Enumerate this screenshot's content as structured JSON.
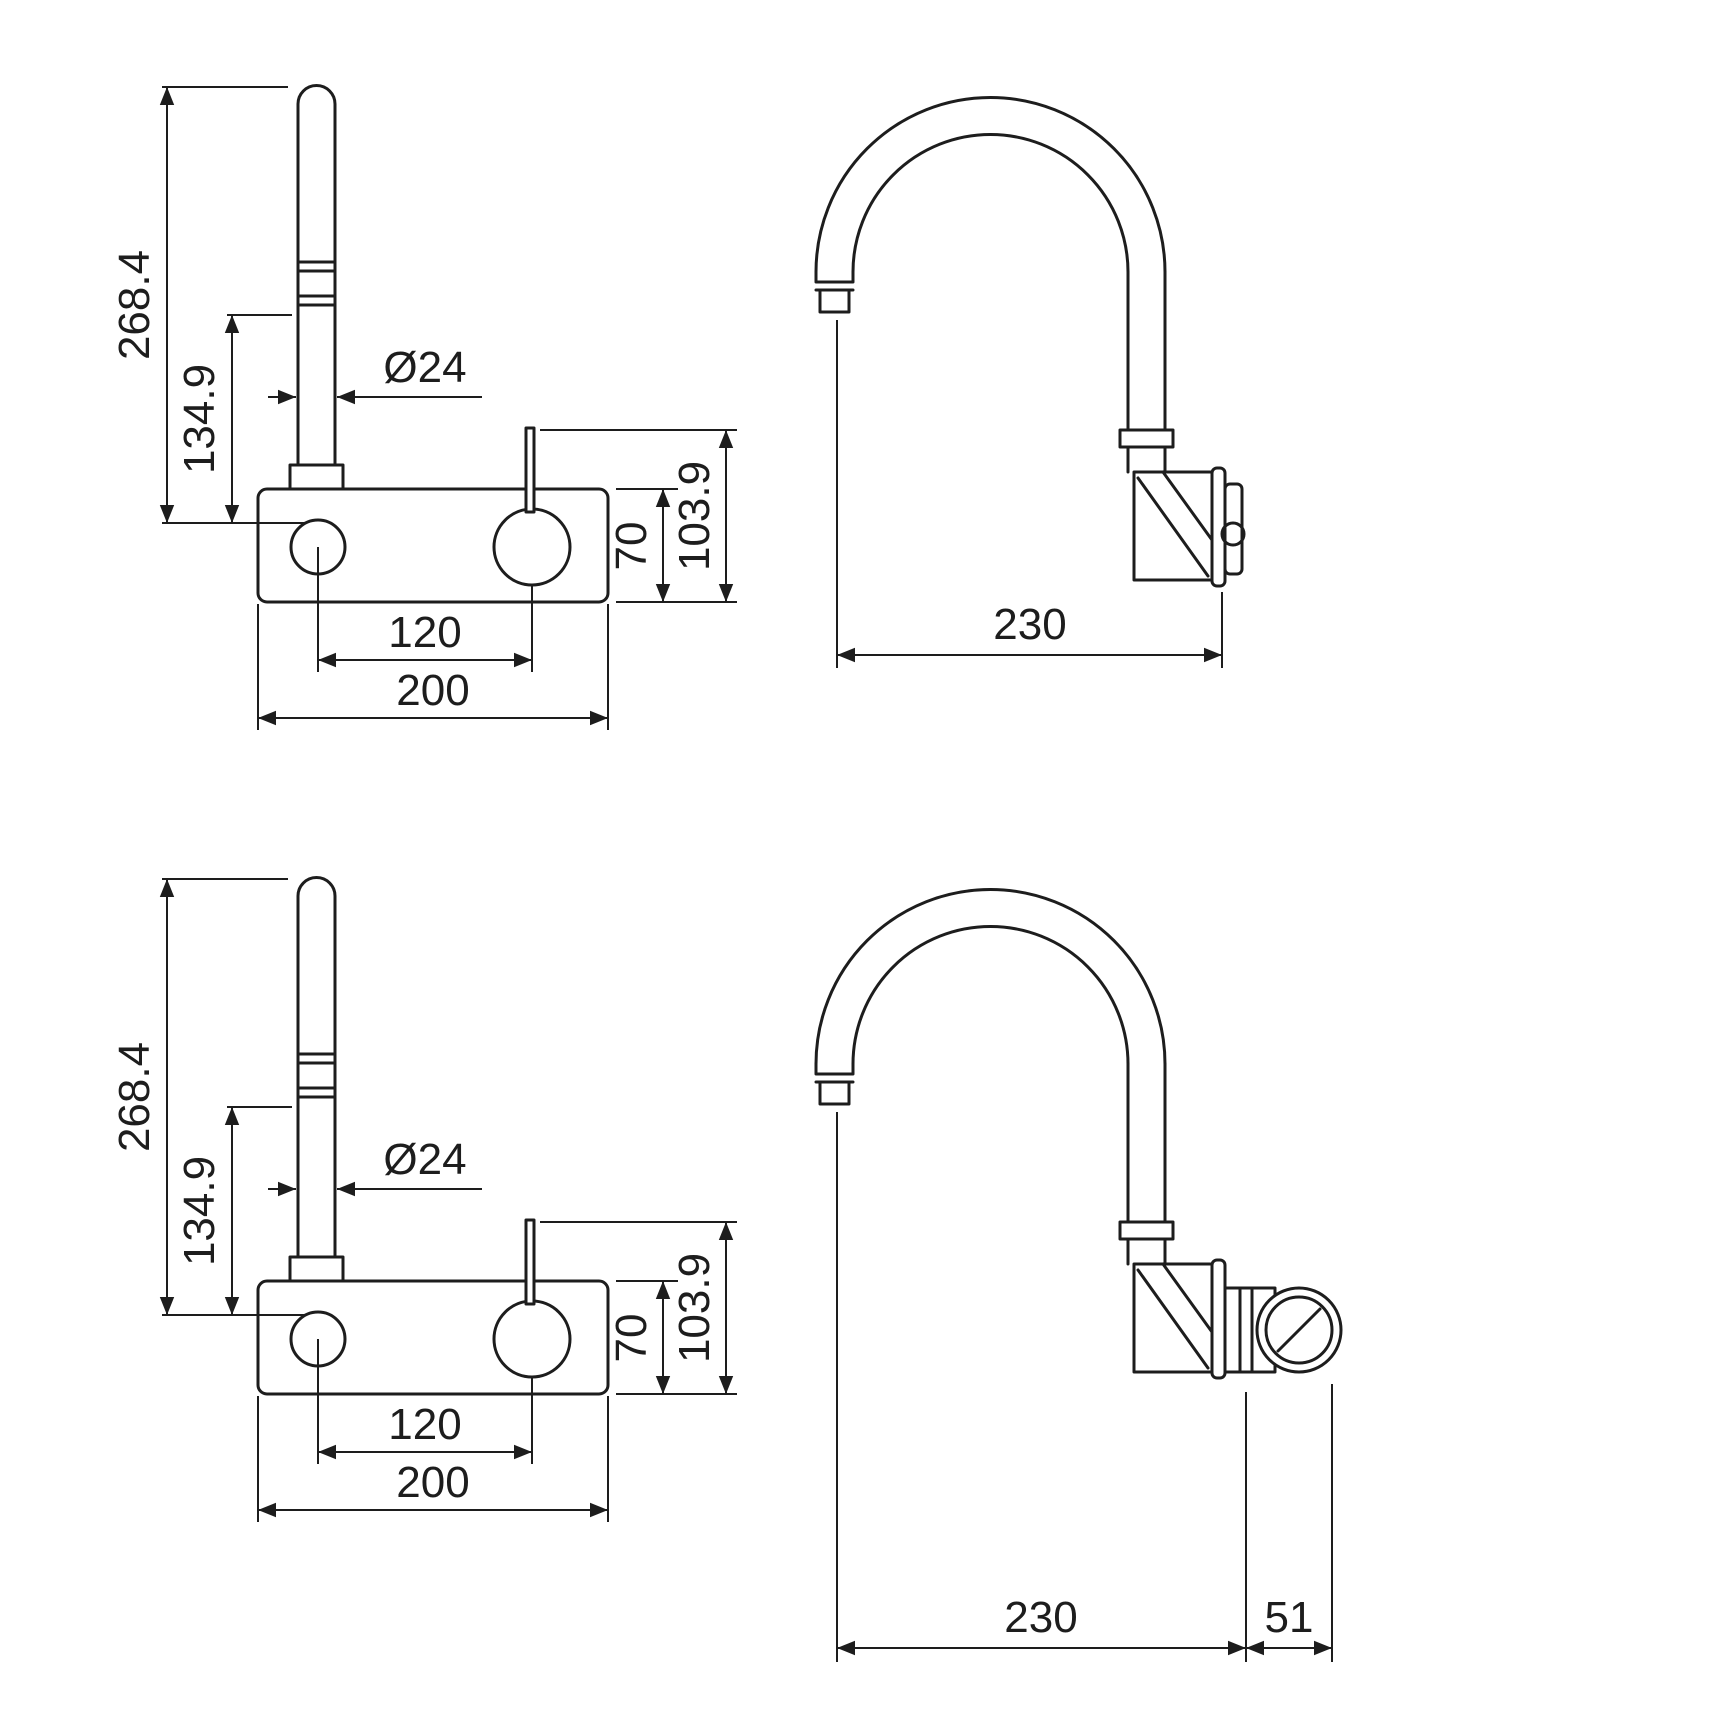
{
  "drawing": {
    "title": "wall-mounted-gooseneck-mixer-dimension-drawing",
    "line_color": "#1d1d1d",
    "views": {
      "front_top": {
        "dims": {
          "total_height": "268.4",
          "upper_spout_height": "134.9",
          "spout_diameter": "Ø24",
          "plate_height": "70",
          "body_height": "103.9",
          "handle_spacing": "120",
          "plate_width": "200"
        }
      },
      "side_top": {
        "dims": {
          "spout_reach": "230"
        }
      },
      "front_bottom": {
        "dims": {
          "total_height": "268.4",
          "upper_spout_height": "134.9",
          "spout_diameter": "Ø24",
          "plate_height": "70",
          "body_height": "103.9",
          "handle_spacing": "120",
          "plate_width": "200"
        }
      },
      "side_bottom": {
        "dims": {
          "spout_reach": "230",
          "valve_depth": "51"
        }
      }
    }
  }
}
